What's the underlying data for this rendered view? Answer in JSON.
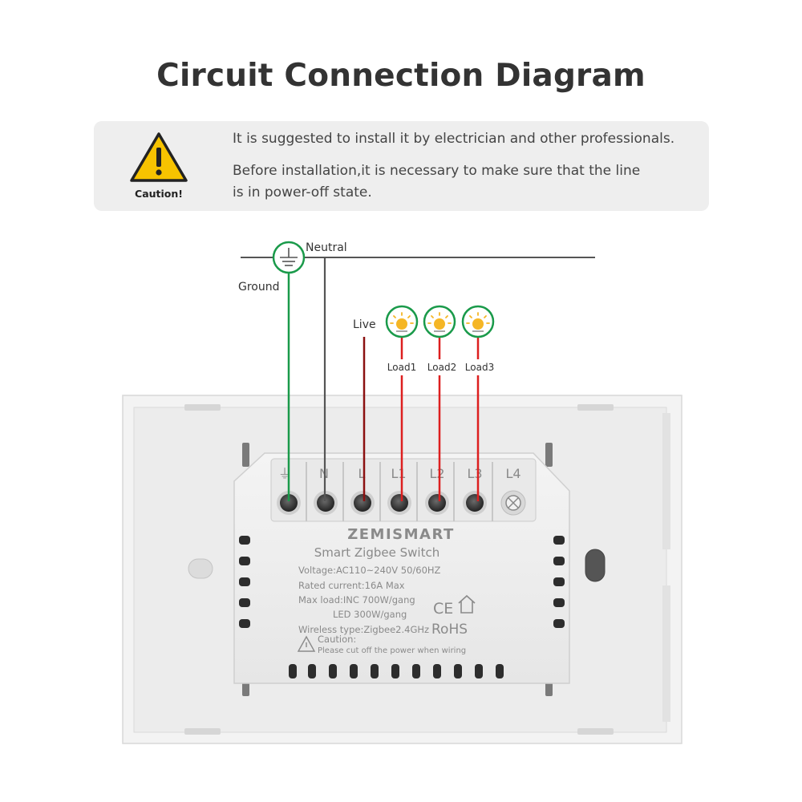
{
  "title": "Circuit Connection Diagram",
  "caution": {
    "label": "Caution!",
    "line1": "It is suggested to install it by electrician and other professionals.",
    "line2": "Before installation,it is necessary to make sure that the line",
    "line3": "is in power-off state."
  },
  "wires": {
    "neutral": "Neutral",
    "ground": "Ground",
    "live": "Live",
    "load1": "Load1",
    "load2": "Load2",
    "load3": "Load3"
  },
  "terminals": [
    "⏚",
    "N",
    "L",
    "L1",
    "L2",
    "L3",
    "L4"
  ],
  "plate": {
    "brand": "ZEMISMART",
    "product": "Smart Zigbee Switch",
    "voltage": "Voltage:AC110~240V   50/60HZ",
    "current": "Rated current:16A Max",
    "max_load_inc": "Max load:INC 700W/gang",
    "max_load_led": "LED 300W/gang",
    "wireless": "Wireless type:Zigbee2.4GHz",
    "ce": "CE",
    "rohs": "RoHS",
    "caution_title": "Caution:",
    "caution_text": "Please cut off the power when wiring"
  },
  "colors": {
    "ground_wire": "#1a9a4a",
    "neutral_wire": "#555555",
    "live_wire": "#8b1010",
    "load_wire": "#dd1f1f",
    "bulb": "#f5b625",
    "warning": "#f7c300"
  }
}
